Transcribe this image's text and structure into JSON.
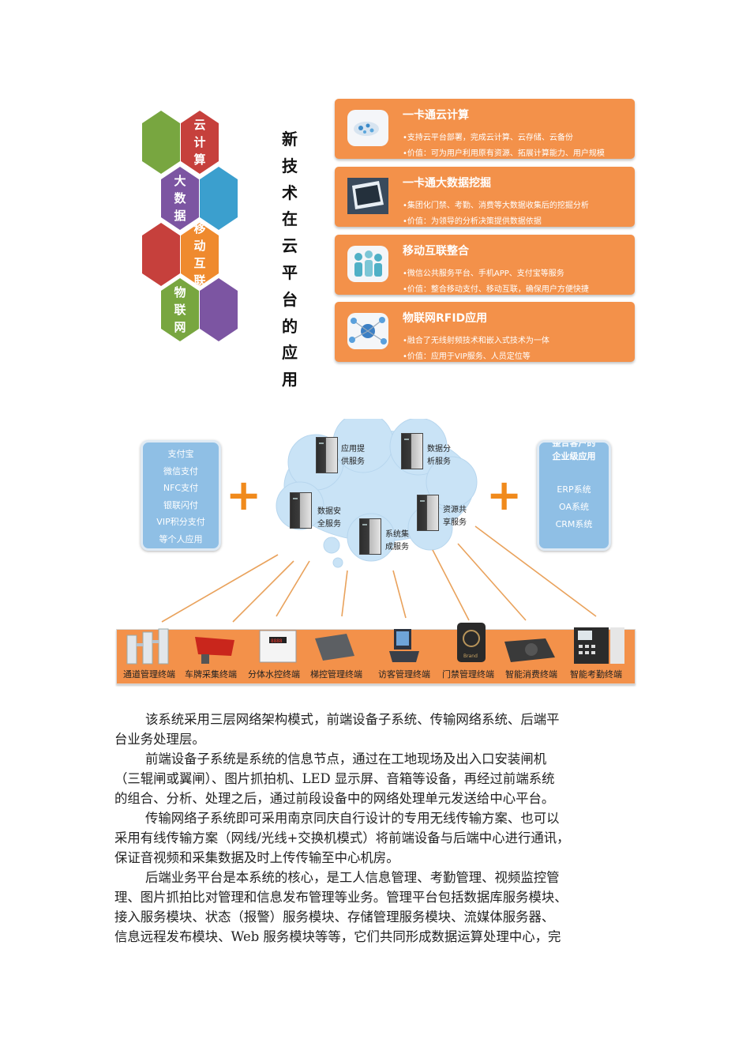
{
  "figure1": {
    "hexes": {
      "cloud": "云\n计\n算",
      "bigdata": "大\n数\n据",
      "mobile": "移\n动\n互\n联",
      "iot": "物\n联\n网"
    },
    "colors": {
      "green": "#78a640",
      "red": "#c6403c",
      "purple": "#7c55a2",
      "blue": "#3b9fce",
      "orange": "#ef8a2e",
      "card": "#f3914a"
    },
    "vertical_title": [
      "新",
      "技",
      "术",
      "在",
      "云",
      "平",
      "台",
      "的",
      "应",
      "用"
    ],
    "cards": [
      {
        "title": "一卡通云计算",
        "line1": "•支持云平台部署，完成云计算、云存储、云备份",
        "line2": "•价值：可为用户利用原有资源、拓展计算能力、用户规模",
        "icon": "cloud-icon"
      },
      {
        "title": "一卡通大数据挖掘",
        "line1": "•集团化门禁、考勤、消费等大数据收集后的挖掘分析",
        "line2": "•价值：为领导的分析决策提供数据依据",
        "icon": "big-data-icon"
      },
      {
        "title": "移动互联整合",
        "line1": "•微信公共服务平台、手机APP、支付宝等服务",
        "line2": "•价值：整合移动支付、移动互联，确保用户方便快捷",
        "icon": "mobile-users-icon"
      },
      {
        "title": "物联网RFID应用",
        "line1": "•融合了无线射频技术和嵌入式技术为一体",
        "line2": "•价值：应用于VIP服务、人员定位等",
        "icon": "network-globe-icon"
      }
    ]
  },
  "figure2": {
    "left_panel": [
      "支付宝",
      "微信支付",
      "NFC支付",
      "银联闪付",
      "VIP积分支付",
      "等个人应用"
    ],
    "right_panel": {
      "header1": "整合客户的",
      "header2": "企业级应用",
      "items": [
        "ERP系统",
        "OA系统",
        "CRM系统"
      ]
    },
    "plus": "+",
    "servers": [
      {
        "line1": "应用提",
        "line2": "供服务"
      },
      {
        "line1": "数据分",
        "line2": "析服务"
      },
      {
        "line1": "数据安",
        "line2": "全服务"
      },
      {
        "line1": "资源共",
        "line2": "享服务"
      },
      {
        "line1": "系统集",
        "line2": "成服务"
      }
    ],
    "terminals": [
      "通道管理终端",
      "车牌采集终端",
      "分体水控终端",
      "梯控管理终端",
      "访客管理终端",
      "门禁管理终端",
      "智能消费终端",
      "智能考勤终端"
    ],
    "device_texts": {
      "display": "8888",
      "brand": "Brand"
    },
    "colors": {
      "panel": "#8fbfe5",
      "cloud": "#c9e3f6",
      "line": "#e9a25c",
      "bar": "#f3914a",
      "plus": "#f08a1c"
    }
  },
  "body": {
    "p1": [
      "该系统采用三层网络架构模式，前端设备子系统、传输网络系统、后端平",
      "台业务处理层。"
    ],
    "p2": [
      "前端设备子系统是系统的信息节点，通过在工地现场及出入口安装闸机",
      "（三辊闸或翼闸）、图片抓拍机、LED 显示屏、音箱等设备，再经过前端系统",
      "的组合、分析、处理之后，通过前段设备中的网络处理单元发送给中心平台。"
    ],
    "p3": [
      "传输网络子系统即可采用南京同庆自行设计的专用无线传输方案、也可以",
      "采用有线传输方案（网线/光线+交换机模式）将前端设备与后端中心进行通讯，",
      "保证音视频和采集数据及时上传传输至中心机房。"
    ],
    "p4": [
      "后端业务平台是本系统的核心，是工人信息管理、考勤管理、视频监控管",
      "理、图片抓拍比对管理和信息发布管理等业务。管理平台包括数据库服务模块、",
      "接入服务模块、状态（报警）服务模块、存储管理服务模块、流媒体服务器、",
      "信息远程发布模块、Web 服务模块等等，它们共同形成数据运算处理中心，完"
    ]
  }
}
